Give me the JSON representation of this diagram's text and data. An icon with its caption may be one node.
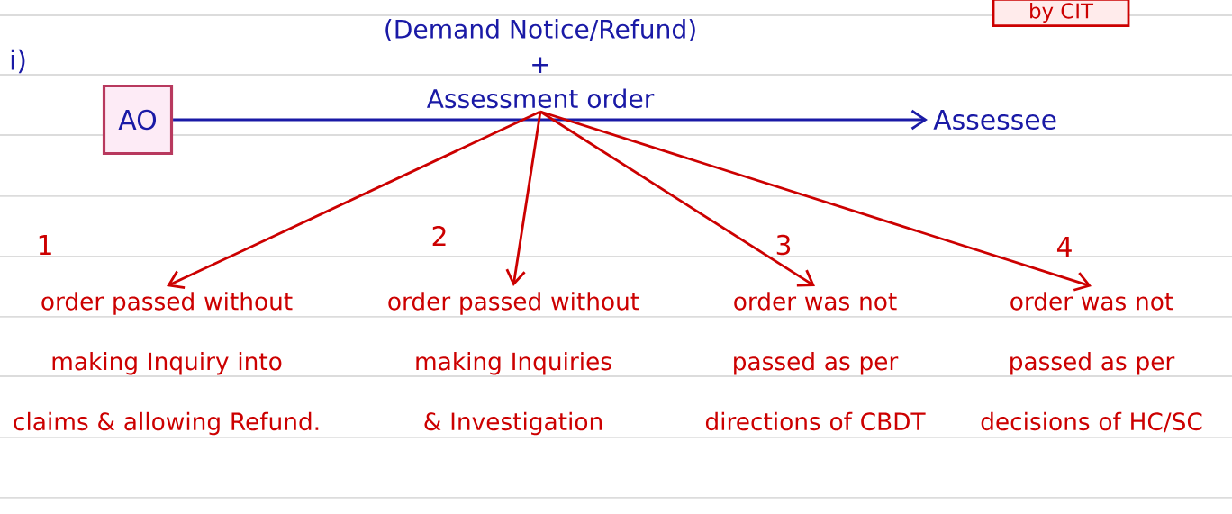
{
  "diagram": {
    "nodes": [
      {
        "text": [
          "AO"
        ]
      },
      {
        "text": [
          "(Demand Notice/Refund)",
          "+",
          "Assessment order"
        ]
      },
      {
        "text": [
          "Assessee"
        ]
      },
      {
        "text": [
          "order passed without making Inquiry into claims & allowing Refund."
        ],
        "beside": [
          "1"
        ]
      },
      {
        "text": [
          "order passed without making Inquiries & Investigation"
        ],
        "beside": [
          "2"
        ]
      },
      {
        "text": [
          "order was not passed as per directions of CBDT"
        ],
        "beside": [
          "3"
        ]
      },
      {
        "text": [
          "order was not passed as per decisions of HC/SC"
        ],
        "beside": [
          "4"
        ]
      },
      {
        "text": [
          "by CIT"
        ]
      }
    ],
    "edges": [
      {
        "from": 0,
        "to": 2,
        "arrow": "to",
        "color": "#1a1aa6"
      },
      {
        "from": 1,
        "to": 3,
        "arrow": "to"
      },
      {
        "from": 1,
        "to": 4,
        "arrow": "to"
      },
      {
        "from": 1,
        "to": 5,
        "arrow": "to"
      },
      {
        "from": 1,
        "to": 6,
        "arrow": "to"
      }
    ],
    "labels": [
      "i)"
    ]
  }
}
